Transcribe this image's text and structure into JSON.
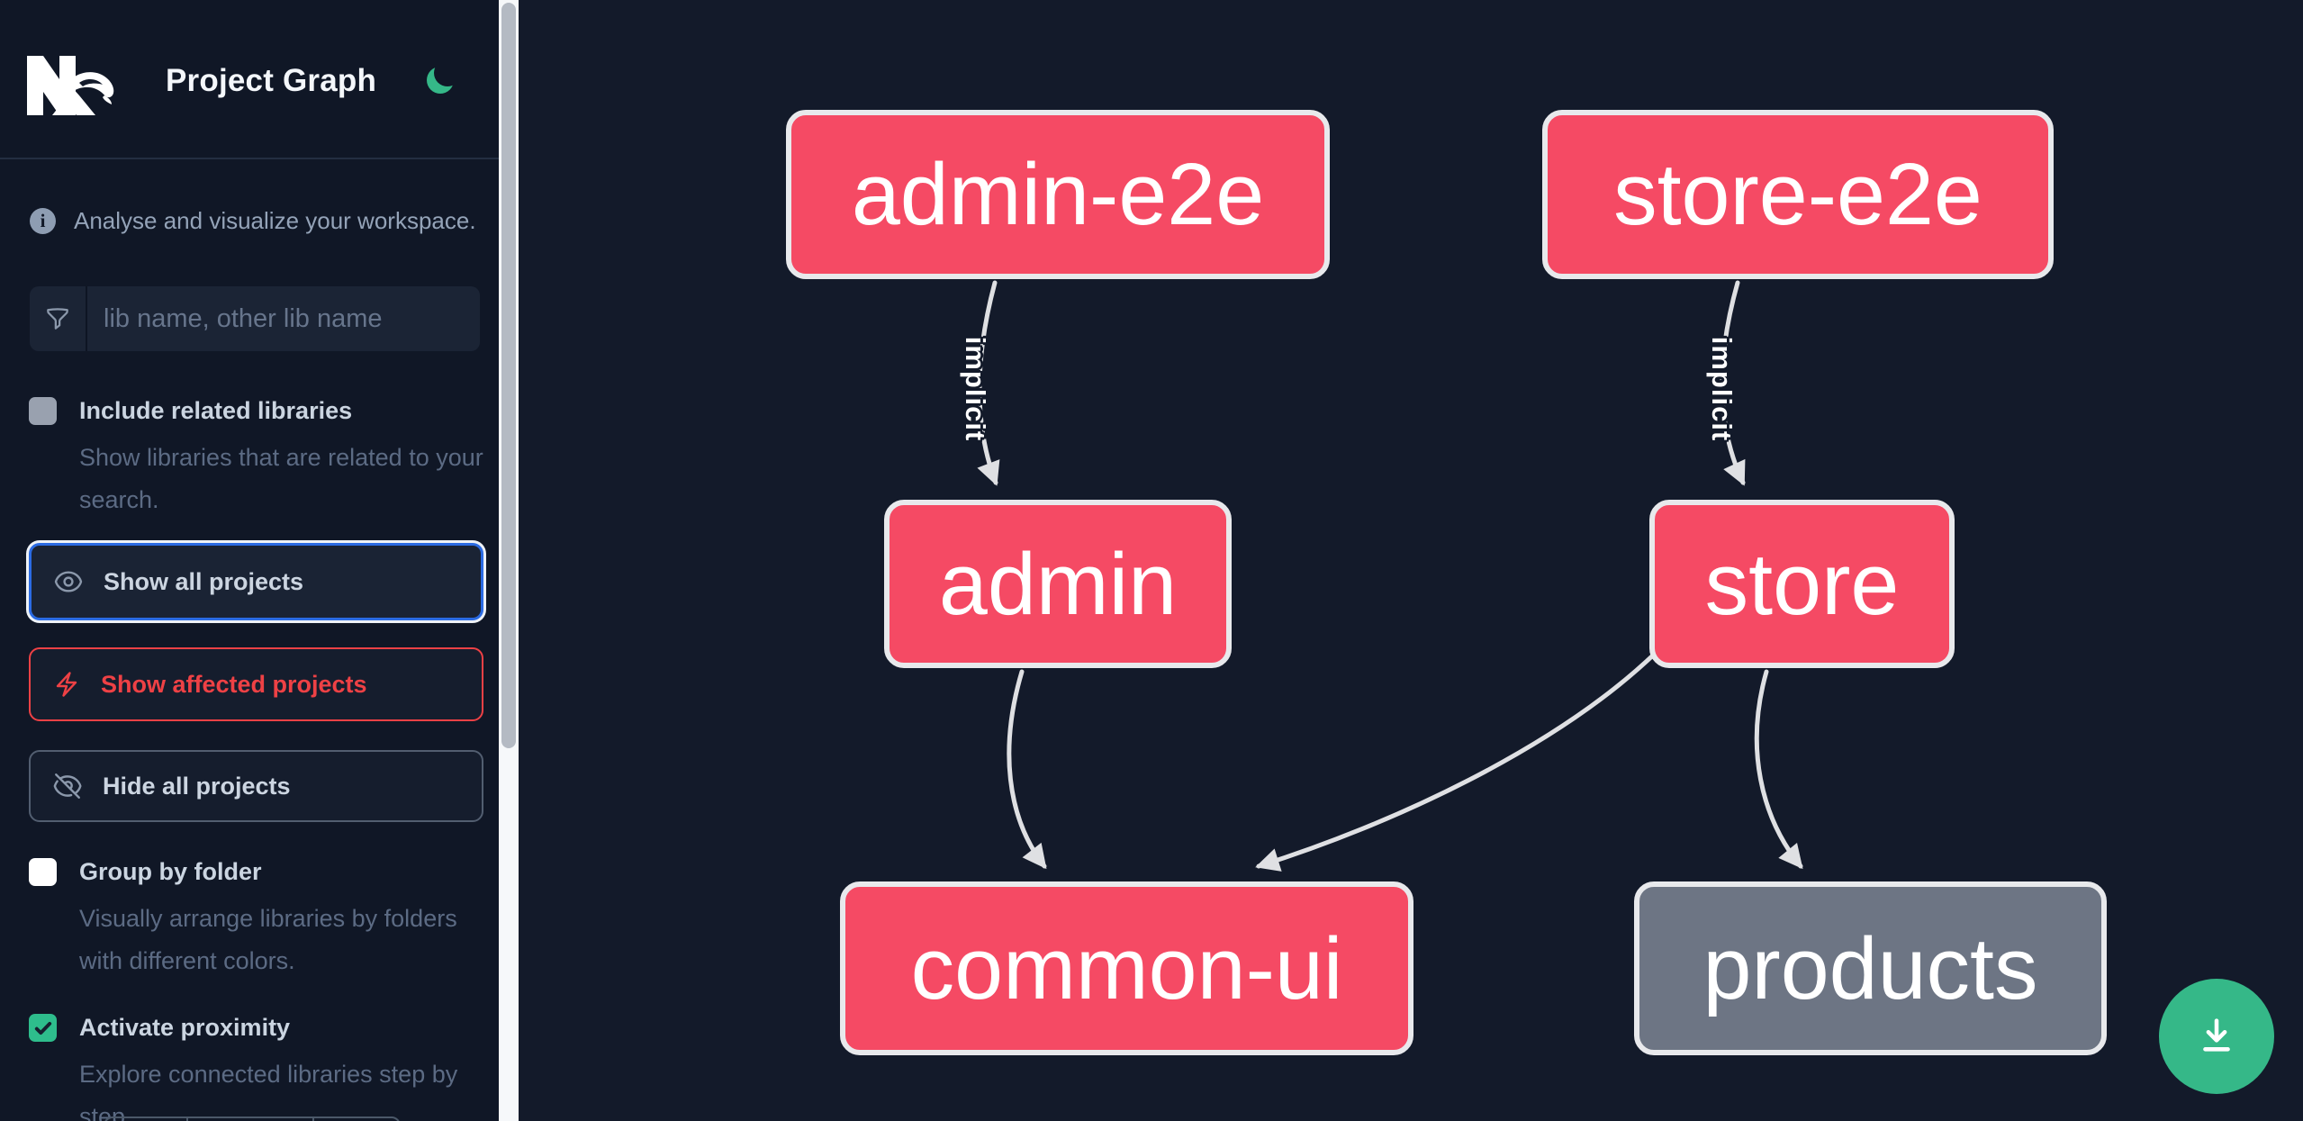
{
  "app": {
    "title": "Project Graph"
  },
  "sidebar": {
    "tagline": "Analyse and visualize your workspace.",
    "search": {
      "placeholder": "lib name, other lib name",
      "value": ""
    },
    "options": [
      {
        "label": "Include related libraries",
        "description": "Show libraries that are related to your search.",
        "checked": false,
        "disabled": true
      },
      {
        "label": "Group by folder",
        "description": "Visually arrange libraries by folders with different colors.",
        "checked": false
      },
      {
        "label": "Activate proximity",
        "description": "Explore connected libraries step by step.",
        "checked": true
      }
    ],
    "actions": [
      {
        "label": "Show all projects",
        "icon": "eye-icon",
        "state": "focused"
      },
      {
        "label": "Show affected projects",
        "icon": "bolt-icon",
        "accent": "red"
      },
      {
        "label": "Hide all projects",
        "icon": "eye-slash-icon"
      }
    ]
  },
  "graph": {
    "nodes": [
      {
        "label": "admin-e2e",
        "color": "pink"
      },
      {
        "label": "store-e2e",
        "color": "pink"
      },
      {
        "label": "admin",
        "color": "pink"
      },
      {
        "label": "store",
        "color": "pink"
      },
      {
        "label": "common-ui",
        "color": "pink"
      },
      {
        "label": "products",
        "color": "grey"
      }
    ],
    "edges": [
      {
        "from": "admin-e2e",
        "to": "admin",
        "label": "implicit"
      },
      {
        "from": "store-e2e",
        "to": "store",
        "label": "implicit"
      },
      {
        "from": "admin",
        "to": "common-ui",
        "label": ""
      },
      {
        "from": "store",
        "to": "common-ui",
        "label": ""
      },
      {
        "from": "store",
        "to": "products",
        "label": ""
      }
    ]
  },
  "colors": {
    "background": "#131a2a",
    "sidebar_background": "#101726",
    "node_pink": "#f54a64",
    "node_grey": "#6d7584",
    "node_border": "#e8e9ec",
    "edge": "#dfe0e3",
    "accent_green": "#35b888",
    "accent_red": "#ee4145",
    "focus_blue": "#2b6be3",
    "checkbox_green": "#2ebd8c"
  }
}
